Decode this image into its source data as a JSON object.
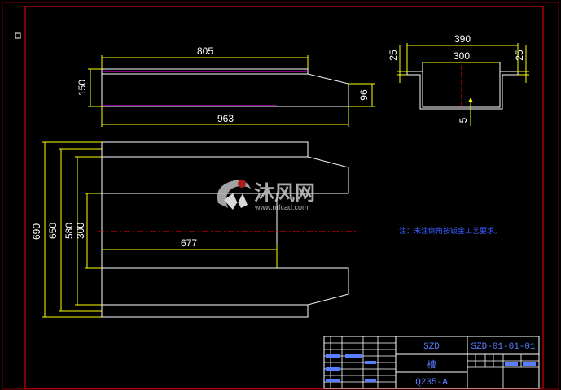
{
  "drawing": {
    "colors": {
      "background": "#000000",
      "outline": "#ffffff",
      "dimension": "#ffff00",
      "frame": "#ff0000",
      "centerline": "#ff0000",
      "note": "#3a5bff",
      "titleblock": "#5a7dff",
      "magenta": "#ff00ff"
    },
    "dimensions": {
      "top_width": "805",
      "total_length": "963",
      "left_height": "150",
      "right_height": "96",
      "section_width": "390",
      "section_inner": "300",
      "flange_left": "25",
      "flange_right": "25",
      "thickness": "5",
      "plan_690": "690",
      "plan_650": "650",
      "plan_580": "580",
      "plan_300": "300",
      "plan_677": "677"
    },
    "note": "注：未注倒角按钣金工艺要求。",
    "watermark": {
      "name": "沐风网",
      "url": "www.mfcad.com"
    },
    "title_block": {
      "project": "SZD",
      "drawing_no": "SZD-01-01-01",
      "part_name": "槽",
      "material": "Q235-A"
    }
  }
}
